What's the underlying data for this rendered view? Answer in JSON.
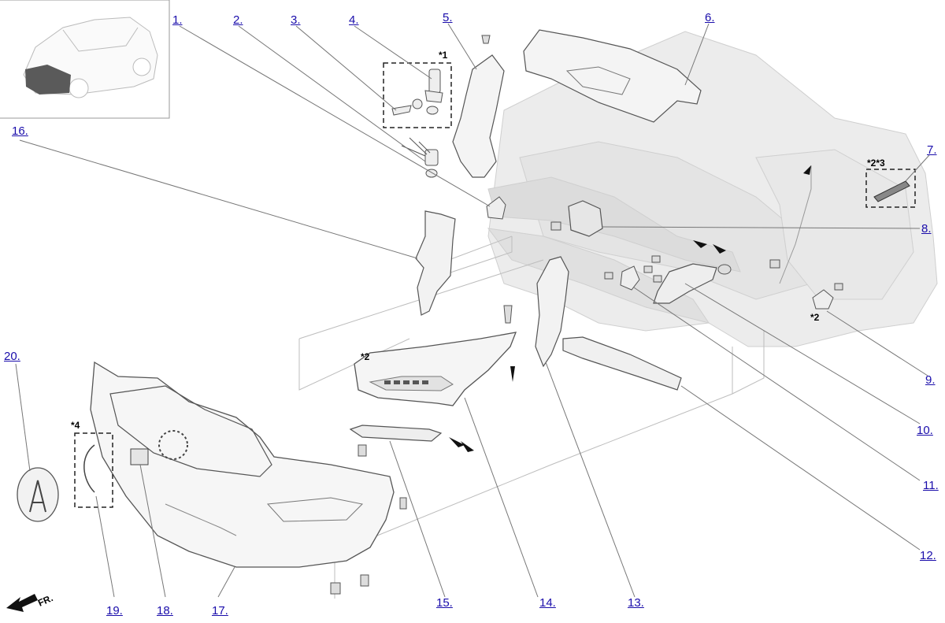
{
  "callouts": [
    {
      "id": "1",
      "text": "1."
    },
    {
      "id": "2",
      "text": "2."
    },
    {
      "id": "3",
      "text": "3."
    },
    {
      "id": "4",
      "text": "4."
    },
    {
      "id": "5",
      "text": "5."
    },
    {
      "id": "6",
      "text": "6."
    },
    {
      "id": "7",
      "text": "7."
    },
    {
      "id": "8",
      "text": "8."
    },
    {
      "id": "9",
      "text": "9."
    },
    {
      "id": "10",
      "text": "10."
    },
    {
      "id": "11",
      "text": "11."
    },
    {
      "id": "12",
      "text": "12."
    },
    {
      "id": "13",
      "text": "13."
    },
    {
      "id": "14",
      "text": "14."
    },
    {
      "id": "15",
      "text": "15."
    },
    {
      "id": "16",
      "text": "16."
    },
    {
      "id": "17",
      "text": "17."
    },
    {
      "id": "18",
      "text": "18."
    },
    {
      "id": "19",
      "text": "19."
    },
    {
      "id": "20",
      "text": "20."
    }
  ],
  "notes": {
    "n1": "*1",
    "n23": "*2*3",
    "n2a": "*2",
    "n2b": "*2",
    "n4": "*4"
  },
  "direction": {
    "label": "FR."
  },
  "colors": {
    "link": "#1a0dab",
    "leader": "#777777",
    "part": "#555555",
    "ghost": "#d4d4d4"
  }
}
